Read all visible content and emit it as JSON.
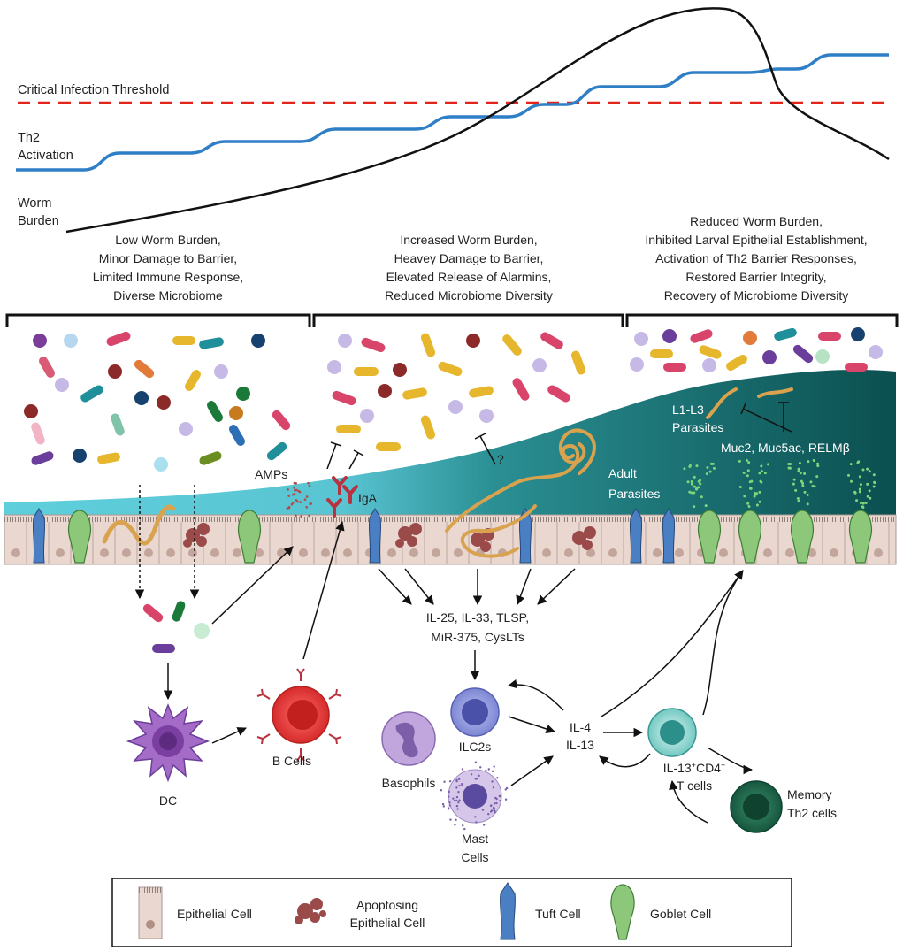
{
  "top_labels": {
    "threshold": "Critical Infection Threshold",
    "th2_line1": "Th2",
    "th2_line2": "Activation",
    "worm_line1": "Worm",
    "worm_line2": "Burden"
  },
  "stages": [
    {
      "lines": [
        "Low Worm Burden,",
        "Minor Damage to Barrier,",
        "Limited Immune Response,",
        "Diverse Microbiome"
      ]
    },
    {
      "lines": [
        "Increased Worm Burden,",
        "Heavey Damage to Barrier,",
        "Elevated Release of Alarmins,",
        "Reduced Microbiome Diversity"
      ]
    },
    {
      "lines": [
        "Reduced Worm Burden,",
        "Inhibited Larval Epithelial Establishment,",
        "Activation of Th2 Barrier Responses,",
        "Restored Barrier Integrity,",
        "Recovery of Microbiome Diversity"
      ]
    }
  ],
  "tissue_labels": {
    "amps": "AMPs",
    "iga": "IgA",
    "question": "?",
    "adult1": "Adult",
    "adult2": "Parasites",
    "l1l3_1": "L1-L3",
    "l1l3_2": "Parasites",
    "mucins": "Muc2, Muc5ac, RELMβ"
  },
  "cytokines": {
    "alarmins_line1": "IL-25, IL-33, TLSP,",
    "alarmins_line2": "MiR-375, CysLTs",
    "il4": "IL-4",
    "il13": "IL-13"
  },
  "cells": {
    "dc": "DC",
    "bcells": "B Cells",
    "ilc2": "ILC2s",
    "basophils": "Basophils",
    "mast1": "Mast",
    "mast2": "Cells",
    "tcell_line2": "T cells",
    "memory1": "Memory",
    "memory2": "Th2 cells"
  },
  "legend": [
    {
      "line1": "Epithelial Cell",
      "line2": ""
    },
    {
      "line1": "Apoptosing",
      "line2": "Epithelial Cell"
    },
    {
      "line1": "Tuft Cell",
      "line2": ""
    },
    {
      "line1": "Goblet Cell",
      "line2": ""
    }
  ],
  "colors": {
    "threshold": "#e3241b",
    "th2": "#2f7fc7",
    "worm": "#111111",
    "lumen_light": "#64cedd",
    "lumen_dark": "#0d5e5a",
    "epithelium": "#ead7cf",
    "worm_body": "#d9a24e",
    "dc": "#a56cc7",
    "bcell": "#e23b3b",
    "ilc2": "#6f75c9",
    "tcell": "#5bbdb8",
    "memory": "#1b6b4e"
  }
}
